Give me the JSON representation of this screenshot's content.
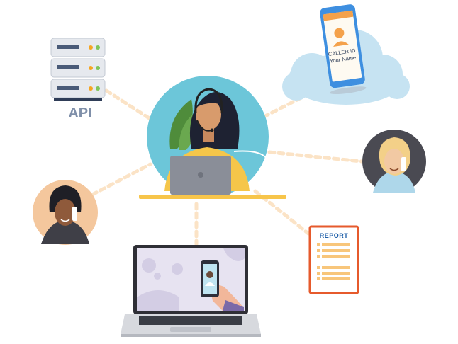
{
  "diagram": {
    "api": {
      "label": "API"
    },
    "phone_card": {
      "caller_id": "CALLER ID",
      "caller_name": "Your Name"
    },
    "report": {
      "label": "REPORT"
    }
  },
  "colors": {
    "connector": "#fbe3c6",
    "agent_circle": "#6cc6d9",
    "agent_shirt": "#f5c64a",
    "desk": "#f7c54a",
    "cloud": "#c6e3f2",
    "phone_body": "#3e8fe0",
    "report_border": "#e65a2c",
    "report_lines": "#f8c67b",
    "server_body": "#e6e9ee",
    "laptop_screen": "#e7e3f1"
  },
  "icons": [
    "server-icon",
    "cloud-icon",
    "smartphone-icon",
    "headset-icon",
    "report-icon",
    "laptop-icon"
  ]
}
